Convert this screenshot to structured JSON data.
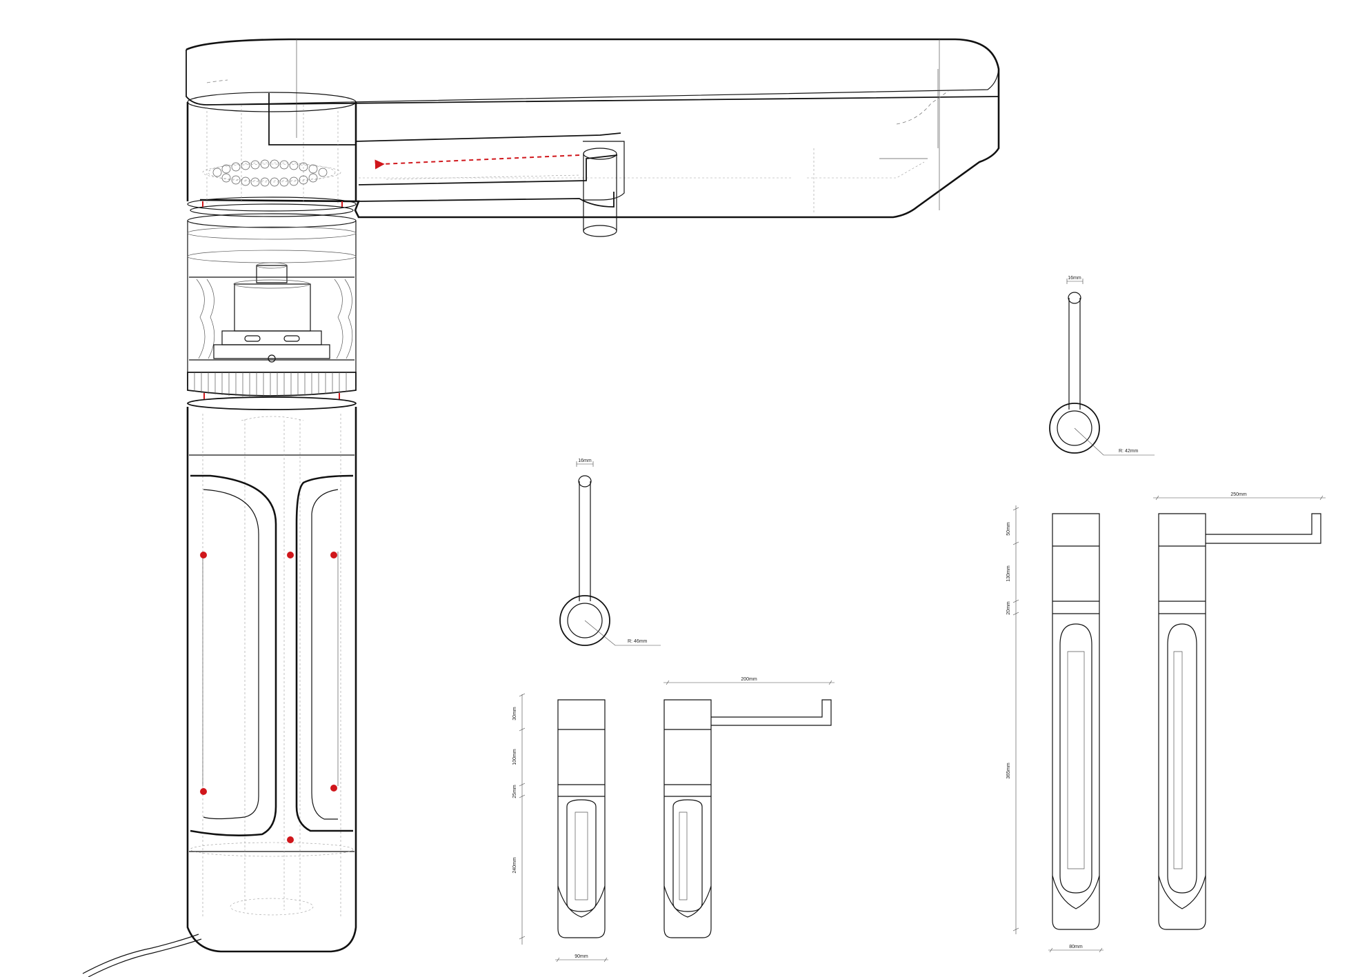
{
  "title": "",
  "colors": {
    "line": "#111111",
    "hidden_line": "#777777",
    "flow_arrow": "#d0161b",
    "connection_dot": "#d0161b",
    "background": "#ffffff"
  },
  "views": {
    "exploded_section": {},
    "small_top_view": {
      "width_label": "16mm",
      "radius_label": "R: 46mm"
    },
    "small_elevation": {
      "height_labels": [
        "30mm",
        "100mm",
        "25mm",
        "240mm"
      ],
      "spout_label": "200mm",
      "base_label": "90mm"
    },
    "large_top_view": {
      "width_label": "16mm",
      "radius_label": "R: 42mm"
    },
    "large_elevation": {
      "height_labels": [
        "50mm",
        "130mm",
        "20mm",
        "365mm"
      ],
      "spout_label": "250mm",
      "base_label": "80mm"
    }
  }
}
